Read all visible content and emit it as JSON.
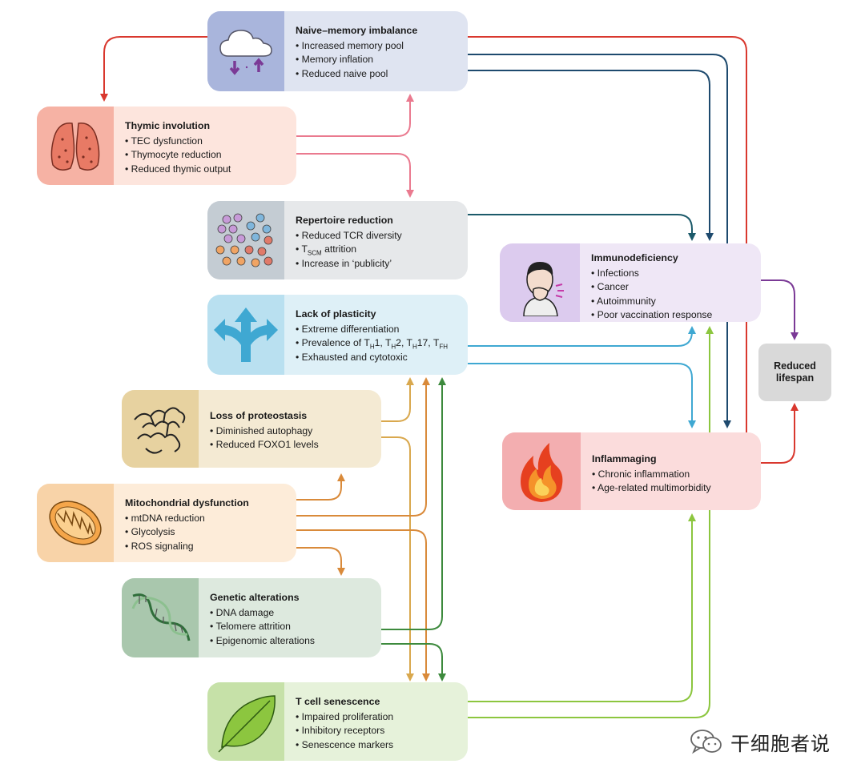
{
  "cards": {
    "naive": {
      "title": "Naive–memory imbalance",
      "items": [
        "Increased memory pool",
        "Memory inflation",
        "Reduced naive pool"
      ],
      "icon": "cloud-icon"
    },
    "thymic": {
      "title": "Thymic involution",
      "items": [
        "TEC dysfunction",
        "Thymocyte reduction",
        "Reduced thymic output"
      ],
      "icon": "thymus-icon"
    },
    "repertoire": {
      "title": "Repertoire reduction",
      "items": [
        "Reduced TCR diversity",
        "attrition",
        "Increase in ‘publicity’"
      ],
      "tscm": {
        "main": "T",
        "sub": "SCM"
      },
      "icon": "cell-cluster-icon"
    },
    "plasticity": {
      "title": "Lack of plasticity",
      "items": [
        "Extreme differentiation",
        "Prevalence of ",
        "Exhausted and cytotoxic"
      ],
      "th": [
        "T",
        "H",
        "1, ",
        "T",
        "H",
        "2, ",
        "T",
        "H",
        "17, ",
        "T",
        "FH"
      ],
      "icon": "branch-arrows-icon"
    },
    "proteostasis": {
      "title": "Loss of proteostasis",
      "items": [
        "Diminished autophagy",
        "Reduced FOXO1 levels"
      ],
      "icon": "protein-icon"
    },
    "mito": {
      "title": "Mitochondrial dysfunction",
      "items": [
        "mtDNA reduction",
        "Glycolysis",
        "ROS signaling"
      ],
      "icon": "mitochondrion-icon"
    },
    "genetic": {
      "title": "Genetic alterations",
      "items": [
        "DNA damage",
        "Telomere attrition",
        "Epigenomic alterations"
      ],
      "icon": "dna-helix-icon"
    },
    "senescence": {
      "title": "T cell senescence",
      "items": [
        "Impaired proliferation",
        "Inhibitory receptors",
        "Senescence markers"
      ],
      "icon": "leaf-icon"
    },
    "immuno": {
      "title": "Immunodeficiency",
      "items": [
        "Infections",
        "Cancer",
        "Autoimmunity",
        "Poor vaccination response"
      ],
      "icon": "sick-person-icon"
    },
    "inflamm": {
      "title": "Inflammaging",
      "items": [
        "Chronic inflammation",
        "Age-related multimorbidity"
      ],
      "icon": "flame-icon"
    }
  },
  "reduced_lifespan": "Reduced lifespan",
  "watermark": "干细胞者说",
  "colors": {
    "red": "#d9382e",
    "navy": "#1e4a6e",
    "teal": "#1c5a6a",
    "pink": "#ea7a8f",
    "cyan": "#3fa8d2",
    "yellow": "#d9a84e",
    "orange": "#d98a3a",
    "green": "#3d8a3d",
    "lime": "#8cc63f",
    "purple": "#7b3a96"
  }
}
